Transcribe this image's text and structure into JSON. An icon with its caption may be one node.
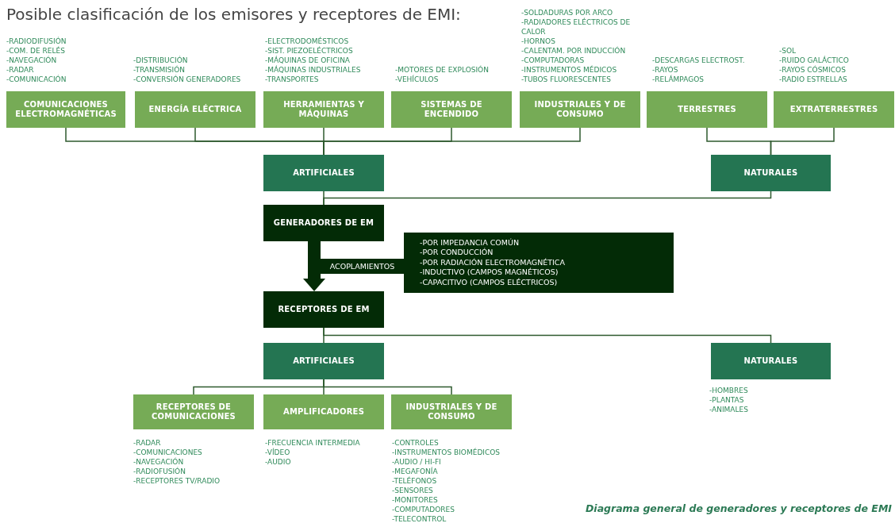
{
  "diagram": {
    "title": "Posible clasificación de los emisores y receptores de EMI:",
    "caption": "Diagrama general de generadores y receptores de EMI",
    "nodes": [
      {
        "text": [
          "COMUNICACIONES ELECTROMAGNÉTICAS"
        ],
        "beside": [
          "-RADIODIFUSIÓN",
          "-COM. DE RELÉS",
          "-NAVEGACIÓN",
          "-RADAR",
          "-COMUNICACIÓN"
        ]
      },
      {
        "text": [
          "ENERGÍA ELÉCTRICA"
        ],
        "beside": [
          "-DISTRIBUCIÓN",
          "-TRANSMISIÓN",
          "-CONVERSIÓN GENERADORES"
        ]
      },
      {
        "text": [
          "HERRAMIENTAS Y MÁQUINAS"
        ],
        "beside": [
          "-ELECTRODOMÉSTICOS",
          "-SIST. PIEZOELÉCTRICOS",
          "-MÁQUINAS DE OFICINA",
          "-MÁQUINAS INDUSTRIALES",
          "-TRANSPORTES"
        ]
      },
      {
        "text": [
          "SISTEMAS DE ENCENDIDO"
        ],
        "beside": [
          "-MOTORES DE EXPLOSIÓN",
          "-VEHÍCULOS"
        ]
      },
      {
        "text": [
          "INDUSTRIALES Y DE CONSUMO"
        ],
        "beside": [
          "-SOLDADURAS POR ARCO",
          "-RADIADORES ELÉCTRICOS DE CALOR",
          "-HORNOS",
          "-CALENTAM. POR INDUCCIÓN",
          "-COMPUTADORAS",
          "-INSTRUMENTOS MÉDICOS",
          "-TUBOS FLUORESCENTES"
        ]
      },
      {
        "text": [
          "TERRESTRES"
        ],
        "beside": [
          "-DESCARGAS ELECTROST.",
          "-RAYOS",
          "-RELÁMPAGOS"
        ]
      },
      {
        "text": [
          "EXTRATERRESTRES"
        ],
        "beside": [
          "-SOL",
          "-RUIDO GALÁCTICO",
          "-RAYOS CÓSMICOS",
          "-RADIO ESTRELLAS"
        ]
      },
      {
        "text": [
          "ARTIFICIALES"
        ]
      },
      {
        "text": [
          "NATURALES"
        ]
      },
      {
        "text": [
          "GENERADORES DE EM"
        ]
      },
      {
        "text": [
          "-POR IMPEDANCIA COMÚN",
          "-POR CONDUCCIÓN",
          "-POR RADIACIÓN ELECTROMAGNÉTICA",
          "-INDUCTIVO (CAMPOS MAGNÉTICOS)",
          "-CAPACITIVO (CAMPOS ELÉCTRICOS)"
        ]
      },
      {
        "text": [
          "RECEPTORES DE EM"
        ]
      },
      {
        "text": [
          "ARTIFICIALES"
        ]
      },
      {
        "text": [
          "NATURALES"
        ],
        "beside": [
          "-HOMBRES",
          "-PLANTAS",
          "-ANIMALES"
        ]
      },
      {
        "text": [
          "RECEPTORES DE COMUNICACIONES"
        ],
        "beside": [
          "-RADAR",
          "-COMUNICACIONES",
          "-NAVEGACIÓN",
          "-RADIOFUSIÓN",
          "-RECEPTORES TV/RADIO"
        ]
      },
      {
        "text": [
          "AMPLIFICADORES"
        ],
        "beside": [
          "-FRECUENCIA INTERMEDIA",
          "-VÍDEO",
          "-AUDIO"
        ]
      },
      {
        "text": [
          "INDUSTRIALES Y DE CONSUMO"
        ],
        "beside": [
          "-CONTROLES",
          "-INSTRUMENTOS BIOMÉDICOS",
          "-AUDIO / HI-FI",
          "-MEGAFONÍA",
          "-TELÉFONOS",
          "-SENSORES",
          "-MONITORES",
          "-COMPUTADORES",
          "-TELECONTROL"
        ]
      }
    ],
    "edges": [
      {
        "from": 0,
        "to": 7,
        "arrow": "none"
      },
      {
        "from": 1,
        "to": 7,
        "arrow": "none"
      },
      {
        "from": 2,
        "to": 7,
        "arrow": "none"
      },
      {
        "from": 3,
        "to": 7,
        "arrow": "none"
      },
      {
        "from": 4,
        "to": 7,
        "arrow": "none"
      },
      {
        "from": 5,
        "to": 8,
        "arrow": "none"
      },
      {
        "from": 6,
        "to": 8,
        "arrow": "none"
      },
      {
        "from": 7,
        "to": 9,
        "arrow": "none"
      },
      {
        "from": 8,
        "to": 9,
        "arrow": "none"
      },
      {
        "from": 9,
        "to": 11,
        "arrow": "to",
        "label": "ACOPLAMIENTOS",
        "style": "thick",
        "color": "#032b06"
      },
      {
        "from": 11,
        "to": 12,
        "arrow": "none"
      },
      {
        "from": 11,
        "to": 13,
        "arrow": "none"
      },
      {
        "from": 12,
        "to": 14,
        "arrow": "none"
      },
      {
        "from": 12,
        "to": 15,
        "arrow": "none"
      },
      {
        "from": 12,
        "to": 16,
        "arrow": "none"
      }
    ]
  }
}
